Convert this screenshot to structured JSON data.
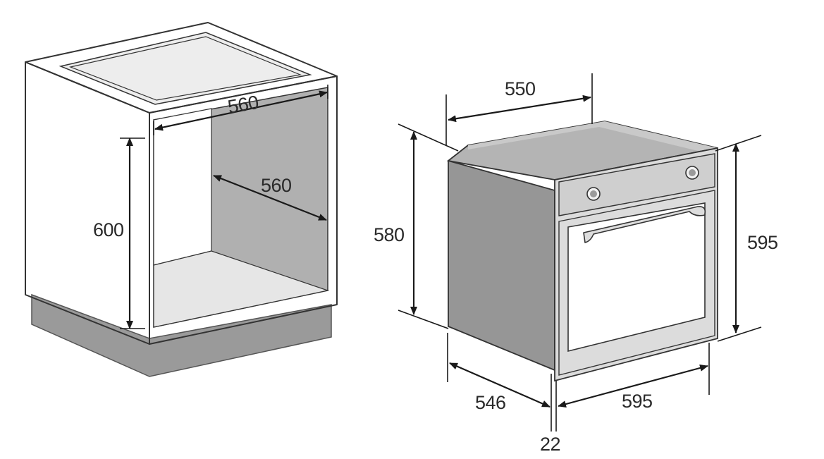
{
  "cabinet": {
    "width_label": "560",
    "depth_label": "560",
    "height_label": "600"
  },
  "oven": {
    "depth_label": "550",
    "height_label": "580",
    "front_height_label": "595",
    "body_depth_label": "546",
    "front_width_label": "595",
    "front_thickness_label": "22"
  },
  "colors": {
    "panel_light": "#e4e4e4",
    "panel_mid": "#cfcfcf",
    "panel_dark": "#a9a9a9",
    "plinth": "#9a9a9a",
    "oven_side": "#969696",
    "oven_top": "#b4b4b4",
    "oven_front": "#dcdcdc",
    "window": "#ffffff"
  }
}
